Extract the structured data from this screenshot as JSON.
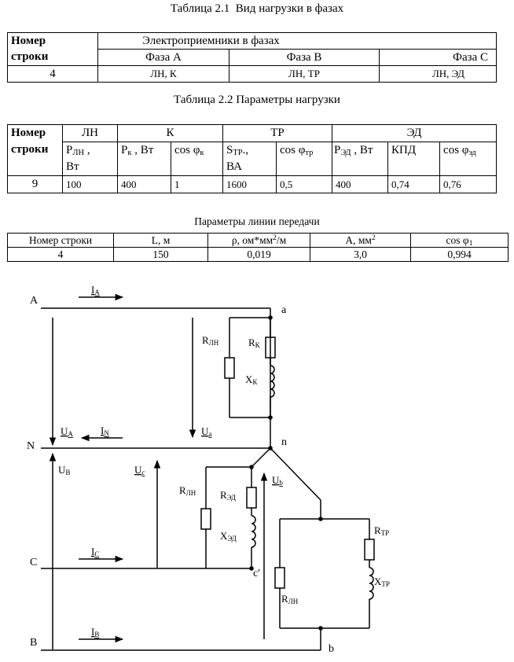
{
  "table1": {
    "caption": "Таблица 2.1  Вид нагрузки в фазах",
    "row_header_line1": "Номер",
    "row_header_line2": "строки",
    "group_header": "Электроприемники в фазах",
    "phases": [
      "Фаза А",
      "Фаза В",
      "Фаза С"
    ],
    "row": {
      "number": "4",
      "phase_a": "ЛН, К",
      "phase_b": "ЛН, ТР",
      "phase_c": "ЛН, ЭД"
    }
  },
  "table2": {
    "caption": "Таблица 2.2 Параметры нагрузки",
    "row_header_line1": "Номер",
    "row_header_line2": "строки",
    "groups": [
      "ЛН",
      "К",
      "ТР",
      "ЭД"
    ],
    "sub": {
      "p_ln": "Р",
      "p_ln_sub": "ЛН",
      "p_ln_tail": " ,",
      "p_ln_unit": "Вт",
      "p_k": "Р",
      "p_k_sub": "к",
      "p_k_tail": " , Вт",
      "cos_k": "cos φ",
      "cos_k_sub": "к",
      "s_tr": "S",
      "s_tr_sub": "ТР",
      "s_tr_tail": ".,",
      "s_tr_unit": "ВА",
      "cos_tr": "cos φ",
      "cos_tr_sub": "тр",
      "p_ed": "Р",
      "p_ed_sub": "ЭД",
      "p_ed_tail": " , Вт",
      "kpd": "КПД",
      "cos_ed": "cos φ",
      "cos_ed_sub": "эд"
    },
    "row": [
      "9",
      "100",
      "400",
      "1",
      "1600",
      "0,5",
      "400",
      "0,74",
      "0,76"
    ]
  },
  "table3": {
    "caption": "Параметры линии передачи",
    "headers": {
      "number": "Номер строки",
      "L": "L, м",
      "rho": "ρ, ом*мм",
      "rho_sup": "2",
      "rho_tail": "/м",
      "A": "А, мм",
      "A_sup": "2",
      "cos": "cos φ",
      "cos_sub": "1"
    },
    "row": [
      "4",
      "150",
      "0,019",
      "3,0",
      "0,994"
    ]
  },
  "diagram": {
    "nodes": {
      "A": "A",
      "N": "N",
      "C": "C",
      "B": "B",
      "a": "a",
      "n": "n",
      "c": "c'",
      "b": "b"
    },
    "currents": {
      "IA": "I",
      "IA_sub": "A",
      "IN": "I",
      "IN_sub": "N",
      "IC": "I",
      "IC_sub": "C",
      "IB": "I",
      "IB_sub": "B"
    },
    "voltages": {
      "UA": "U",
      "UA_sub": "A",
      "UB": "U",
      "UB_sub": "B",
      "Ua": "U",
      "Ua_sub": "a",
      "Uc": "U",
      "Uc_sub": "c",
      "Ub": "U",
      "Ub_sub": "b"
    },
    "elements": {
      "R": "R",
      "X": "X",
      "ln": "ЛН",
      "k": "К",
      "ed": "ЭД",
      "tr": "ТР"
    }
  }
}
